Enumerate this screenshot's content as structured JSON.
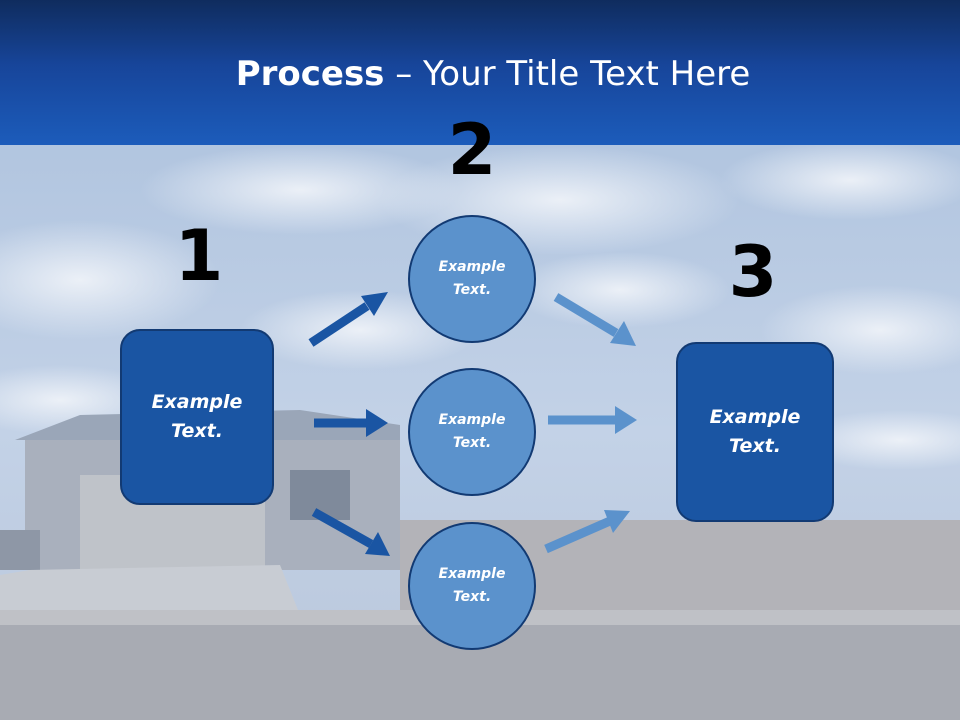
{
  "title": {
    "bold": "Process",
    "rest": " – Your Title Text Here"
  },
  "steps": [
    {
      "number": "1",
      "text": "Example Text."
    },
    {
      "number": "2",
      "text": "Example Text."
    },
    {
      "number": "3",
      "text": "Example Text."
    }
  ],
  "circles": [
    {
      "text": "Example Text."
    },
    {
      "text": "Example Text."
    },
    {
      "text": "Example Text."
    }
  ],
  "colors": {
    "dark_blue": "#1a55a3",
    "light_blue": "#5b92cc",
    "header": "#17459a"
  }
}
